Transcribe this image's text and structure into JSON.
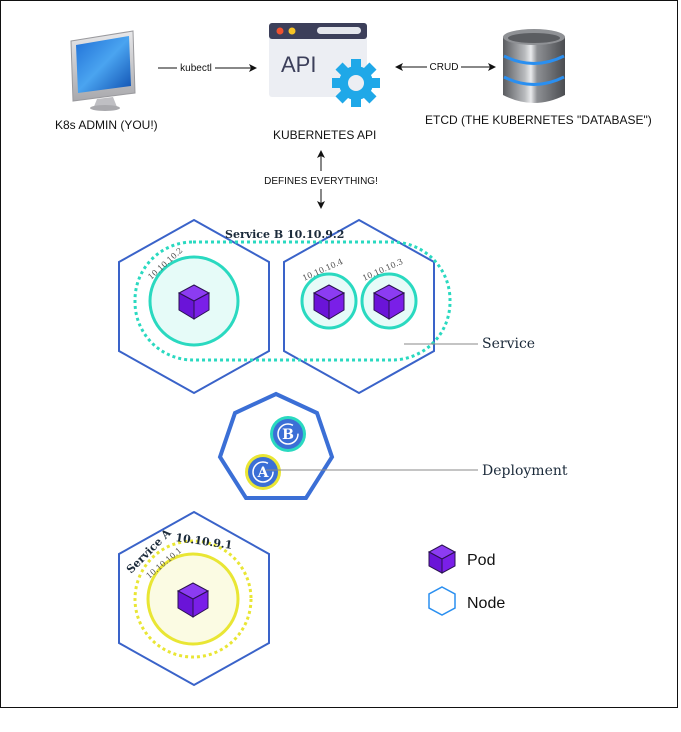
{
  "labels": {
    "admin": "K8s ADMIN (YOU!)",
    "kubectl": "kubectl",
    "api_title": "KUBERNETES API",
    "api_icon_text": "API",
    "crud": "CRUD",
    "etcd": "ETCD (THE KUBERNETES \"DATABASE\")",
    "defines": "DEFINES EVERYTHING!"
  },
  "service_b": {
    "title": "Service B 10.10.9.2",
    "pods": [
      {
        "ip": "10.10.10.2"
      },
      {
        "ip": "10.10.10.4"
      },
      {
        "ip": "10.10.10.3"
      }
    ]
  },
  "service_a": {
    "title": "Service A  10.10.9.1",
    "pods": [
      {
        "ip": "10.10.10.1"
      }
    ]
  },
  "deployment": {
    "replicas": [
      {
        "label": "B"
      },
      {
        "label": "A"
      }
    ]
  },
  "callouts": {
    "service": "Service",
    "deployment": "Deployment"
  },
  "legend": {
    "items": [
      {
        "label": "Pod",
        "icon": "cube-icon"
      },
      {
        "label": "Node",
        "icon": "hexagon-icon"
      }
    ]
  },
  "colors": {
    "node_blue": "#3a63c9",
    "service_b_teal": "#2ad9c0",
    "service_a_yellow": "#e9e634",
    "pod_purple": "#7a1fe8",
    "gear_blue": "#1fa8e8",
    "deployment_blue": "#3b6fd6"
  }
}
